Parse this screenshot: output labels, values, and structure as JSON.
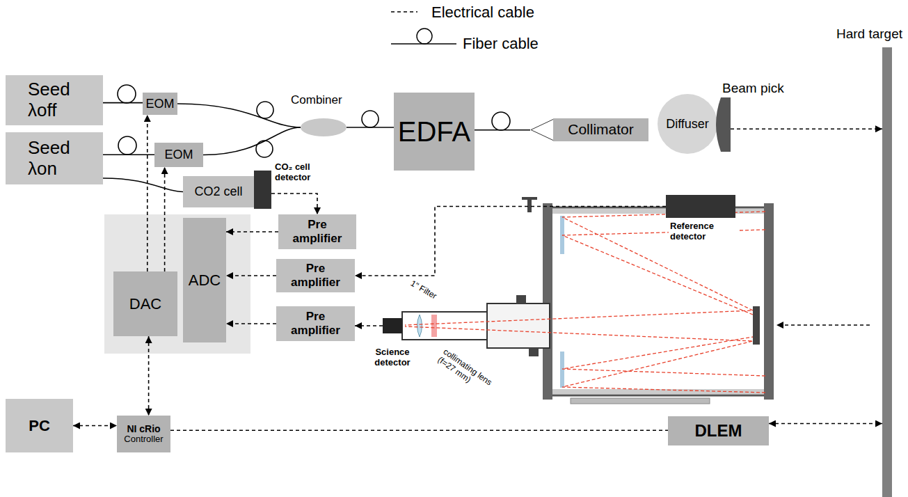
{
  "diagram": {
    "nodes": [
      {
        "text": [
          "Seed λoff"
        ]
      },
      {
        "text": [
          "Seed λon"
        ]
      },
      {
        "text": [
          "EOM"
        ]
      },
      {
        "text": [
          "EOM"
        ]
      },
      {
        "text": [
          "Combiner"
        ]
      },
      {
        "text": [
          "EDFA"
        ]
      },
      {
        "text": [
          "Collimator"
        ]
      },
      {
        "text": [
          "Diffuser"
        ]
      },
      {
        "text": [
          "Beam pick"
        ]
      },
      {
        "text": [
          "Hard target"
        ]
      },
      {
        "text": [
          "CO2 cell"
        ]
      },
      {
        "text": [
          "CO₂ cell detector"
        ]
      },
      {
        "text": [
          "DAC"
        ]
      },
      {
        "text": [
          "ADC"
        ]
      },
      {
        "text": [
          "Pre amplifier"
        ]
      },
      {
        "text": [
          "Pre amplifier"
        ]
      },
      {
        "text": [
          "Pre amplifier"
        ]
      },
      {
        "text": [
          "Reference detector"
        ]
      },
      {
        "text": [
          "Science detector"
        ]
      },
      {
        "text": [
          "PC"
        ]
      },
      {
        "text": [
          "NI cRio",
          "Controller"
        ]
      },
      {
        "text": [
          "DLEM"
        ]
      }
    ],
    "edges": [
      {
        "from": 0,
        "to": 2,
        "arrow": "none"
      },
      {
        "from": 2,
        "to": 4,
        "arrow": "none"
      },
      {
        "from": 1,
        "to": 3,
        "arrow": "none"
      },
      {
        "from": 3,
        "to": 4,
        "arrow": "none"
      },
      {
        "from": 4,
        "to": 5,
        "arrow": "none"
      },
      {
        "from": 5,
        "to": 6,
        "arrow": "none"
      },
      {
        "from": 1,
        "to": 10,
        "arrow": "none"
      },
      {
        "from": 12,
        "to": 2,
        "arrow": "to"
      },
      {
        "from": 12,
        "to": 3,
        "arrow": "to"
      },
      {
        "from": 11,
        "to": 14,
        "arrow": "to"
      },
      {
        "from": 14,
        "to": 13,
        "arrow": "to"
      },
      {
        "from": 17,
        "to": 15,
        "arrow": "to"
      },
      {
        "from": 15,
        "to": 13,
        "arrow": "to"
      },
      {
        "from": 18,
        "to": 16,
        "arrow": "to"
      },
      {
        "from": 16,
        "to": 13,
        "arrow": "to"
      },
      {
        "from": 12,
        "to": 20,
        "arrow": "both"
      },
      {
        "from": 19,
        "to": 20,
        "arrow": "both"
      },
      {
        "from": 20,
        "to": 21,
        "arrow": "none"
      },
      {
        "from": 21,
        "to": 9,
        "arrow": "both"
      },
      {
        "from": 8,
        "to": 9,
        "arrow": "to"
      }
    ],
    "labels": [
      "1\" Filter",
      "collimating lens (f=27 mm)"
    ],
    "legend": [
      {
        "text": "Electrical cable"
      },
      {
        "text": "Fiber cable"
      }
    ]
  }
}
